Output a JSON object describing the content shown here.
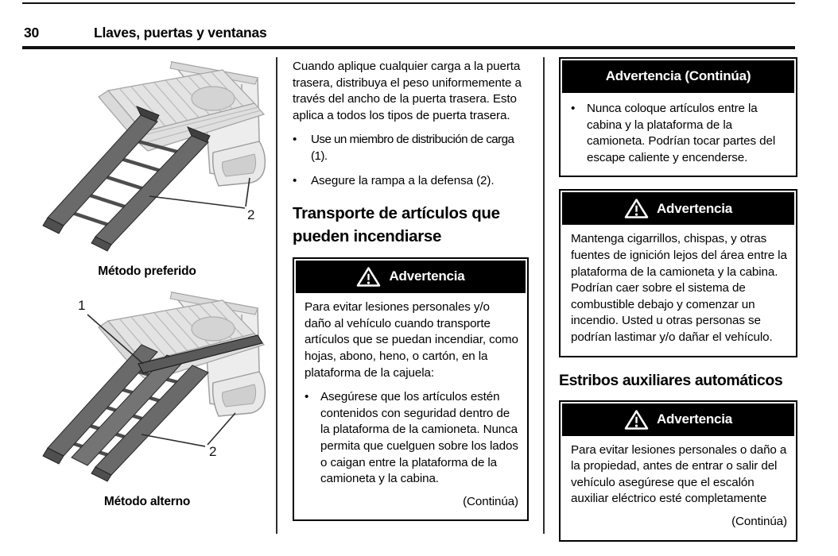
{
  "page": {
    "number": "30",
    "section_title": "Llaves, puertas y ventanas"
  },
  "figures": {
    "preferred": {
      "caption": "Método preferido",
      "callout_2": "2"
    },
    "alternate": {
      "caption": "Método alterno",
      "callout_1": "1",
      "callout_2": "2"
    }
  },
  "middle_column": {
    "intro": "Cuando aplique cualquier carga a la puerta trasera, distribuya el peso uniformemente a través del ancho de la puerta trasera. Esto aplica a todos los tipos de puerta trasera.",
    "bullet_1": "Use un miembro de distribución de carga (1).",
    "bullet_2": "Asegure la rampa a la defensa (2).",
    "heading": "Transporte de artículos que pueden incendiarse",
    "warning_box": {
      "title": "Advertencia",
      "intro": "Para evitar lesiones personales y/o daño al vehículo cuando transporte artículos que se puedan incendiar, como hojas, abono, heno, o cartón, en la plataforma de la cajuela:",
      "bullet_1": "Asegúrese que los artículos estén contenidos con seguridad dentro de la plataforma de la camioneta. Nunca permita que cuelguen sobre los lados o caigan entre la plataforma de la camioneta y la cabina.",
      "continuation": "(Continúa)"
    }
  },
  "right_column": {
    "warning_box_continued": {
      "title": "Advertencia (Continúa)",
      "bullet_1": "Nunca coloque artículos entre la cabina y la plataforma de la camioneta. Podrían tocar partes del escape caliente y encenderse."
    },
    "warning_box_fire": {
      "title": "Advertencia",
      "body": "Mantenga cigarrillos, chispas, y otras fuentes de ignición lejos del área entre la plataforma de la camioneta y la cabina. Podrían caer sobre el sistema de combustible debajo y comenzar un incendio. Usted u otras personas se podrían lastimar y/o dañar el vehículo."
    },
    "heading": "Estribos auxiliares automáticos",
    "warning_box_steps": {
      "title": "Advertencia",
      "body": "Para evitar lesiones personales o daño a la propiedad, antes de entrar o salir del vehículo asegúrese que el escalón auxiliar eléctrico esté completamente",
      "continuation": "(Continúa)"
    }
  },
  "icons": {
    "warning": "exclamation-triangle"
  }
}
